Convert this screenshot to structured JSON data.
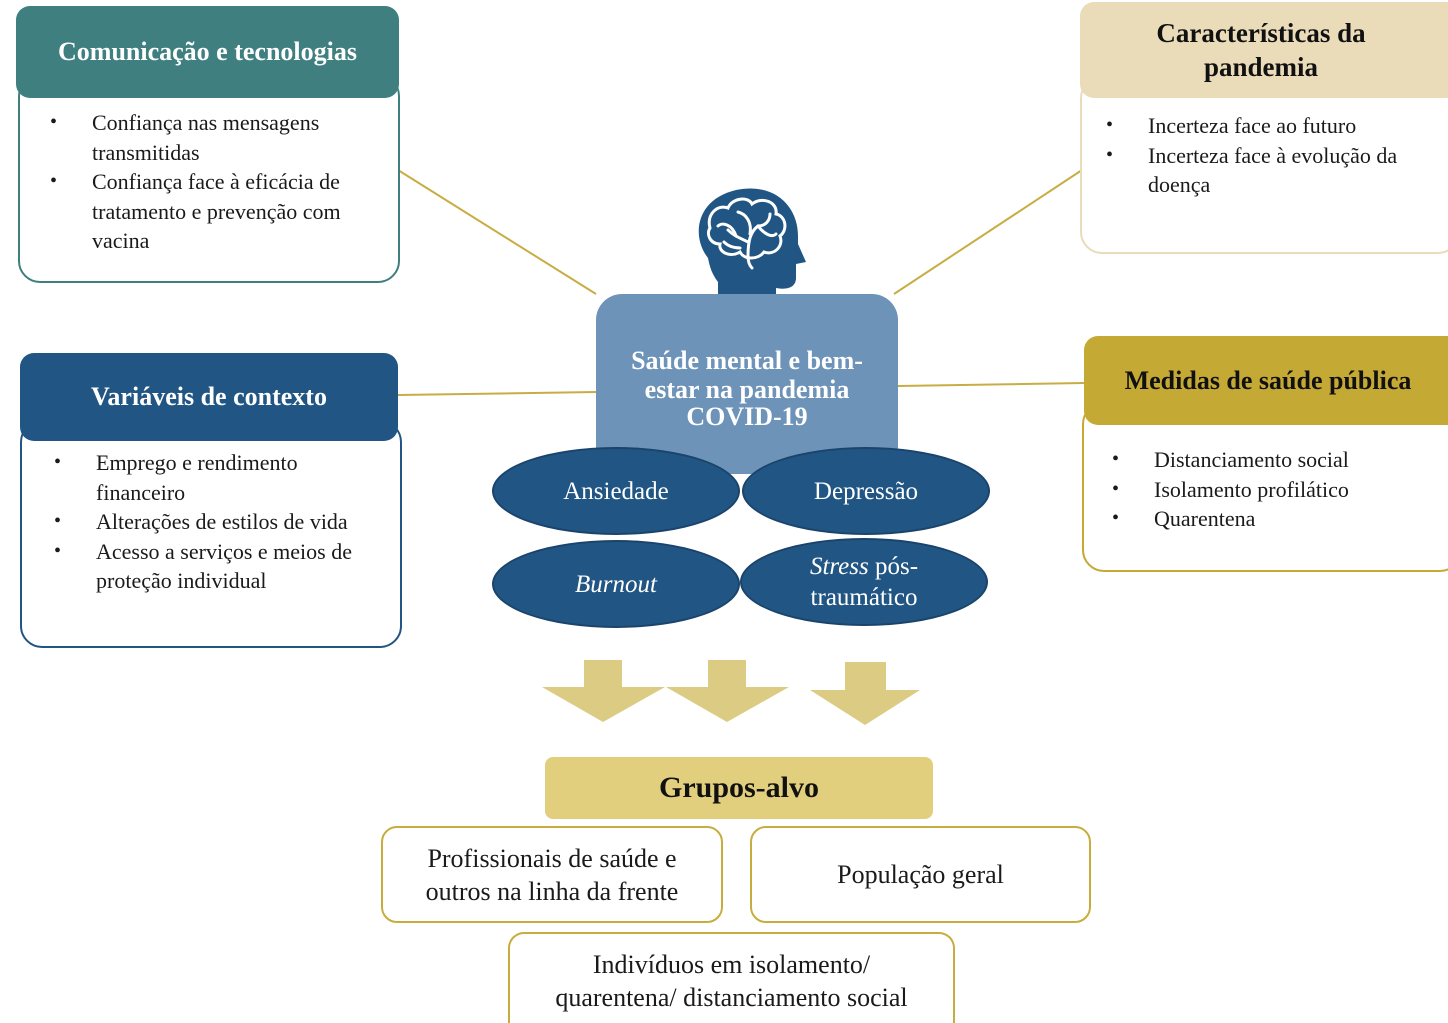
{
  "colors": {
    "teal": "#3f7f80",
    "navy": "#215583",
    "beige": "#eadcb9",
    "gold": "#c4a935",
    "center_blue": "#6e93b8",
    "arrow_gold": "#dccb82",
    "group_header": "#e2cf7e",
    "connector": "#c8ad45"
  },
  "comunicacao": {
    "title": "Comunicação e tecnologias",
    "items": [
      "Confiança nas mensagens transmitidas",
      "Confiança face à eficácia de tratamento e prevenção com vacina"
    ]
  },
  "caracteristicas": {
    "title_line1": "Características da",
    "title_line2": "pandemia",
    "items": [
      "Incerteza face ao futuro",
      "Incerteza face à evolução da doença"
    ]
  },
  "contexto": {
    "title": "Variáveis de contexto",
    "items": [
      "Emprego e rendimento financeiro",
      "Alterações de estilos de vida",
      "Acesso a serviços e meios de proteção individual"
    ]
  },
  "medidas": {
    "title": "Medidas de saúde pública",
    "items": [
      "Distanciamento social",
      "Isolamento profilático",
      "Quarentena"
    ]
  },
  "center": {
    "icon": "brain-head-icon",
    "title_line1": "Saúde mental e bem-",
    "title_line2": "estar na pandemia",
    "title_line3": "COVID-19"
  },
  "conditions": {
    "ansiedade": "Ansiedade",
    "depressao": "Depressão",
    "burnout": "Burnout",
    "stress_italic": "Stress",
    "stress_rest": " pós-",
    "stress_line2": "traumático"
  },
  "grupos": {
    "title": "Grupos-alvo",
    "profissionais_line1": "Profissionais de saúde e",
    "profissionais_line2": "outros na linha da frente",
    "populacao": "População geral",
    "individuos_line1": "Indivíduos em isolamento/",
    "individuos_line2": "quarentena/ distanciamento social"
  }
}
